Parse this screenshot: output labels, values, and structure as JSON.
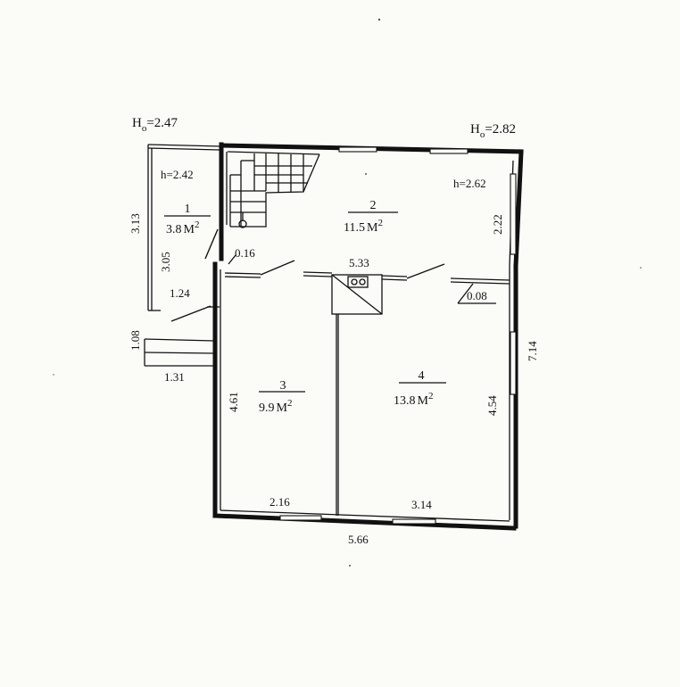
{
  "heights": {
    "ho_left": {
      "main": "H",
      "sub": "o",
      "value": "=2.47"
    },
    "ho_right": {
      "main": "H",
      "sub": "o",
      "value": "=2.82"
    },
    "h_room1": "h=2.42",
    "h_room2": "h=2.62"
  },
  "rooms": [
    {
      "number": "1",
      "area": "3.8",
      "unit": "M",
      "exp": "2"
    },
    {
      "number": "2",
      "area": "11.5",
      "unit": "M",
      "exp": "2"
    },
    {
      "number": "3",
      "area": "9.9",
      "unit": "M",
      "exp": "2"
    },
    {
      "number": "4",
      "area": "13.8",
      "unit": "M",
      "exp": "2"
    }
  ],
  "dimensions": {
    "d_3_13": "3.13",
    "d_3_05": "3.05",
    "d_0_16": "0.16",
    "d_1_24": "1.24",
    "d_1_08": "1.08",
    "d_1_31": "1.31",
    "d_5_33": "5.33",
    "d_2_22": "2.22",
    "d_0_08": "0.08",
    "d_7_14": "7.14",
    "d_4_54": "4.54",
    "d_4_61": "4.61",
    "d_2_16": "2.16",
    "d_3_14": "3.14",
    "d_5_66": "5.66"
  }
}
